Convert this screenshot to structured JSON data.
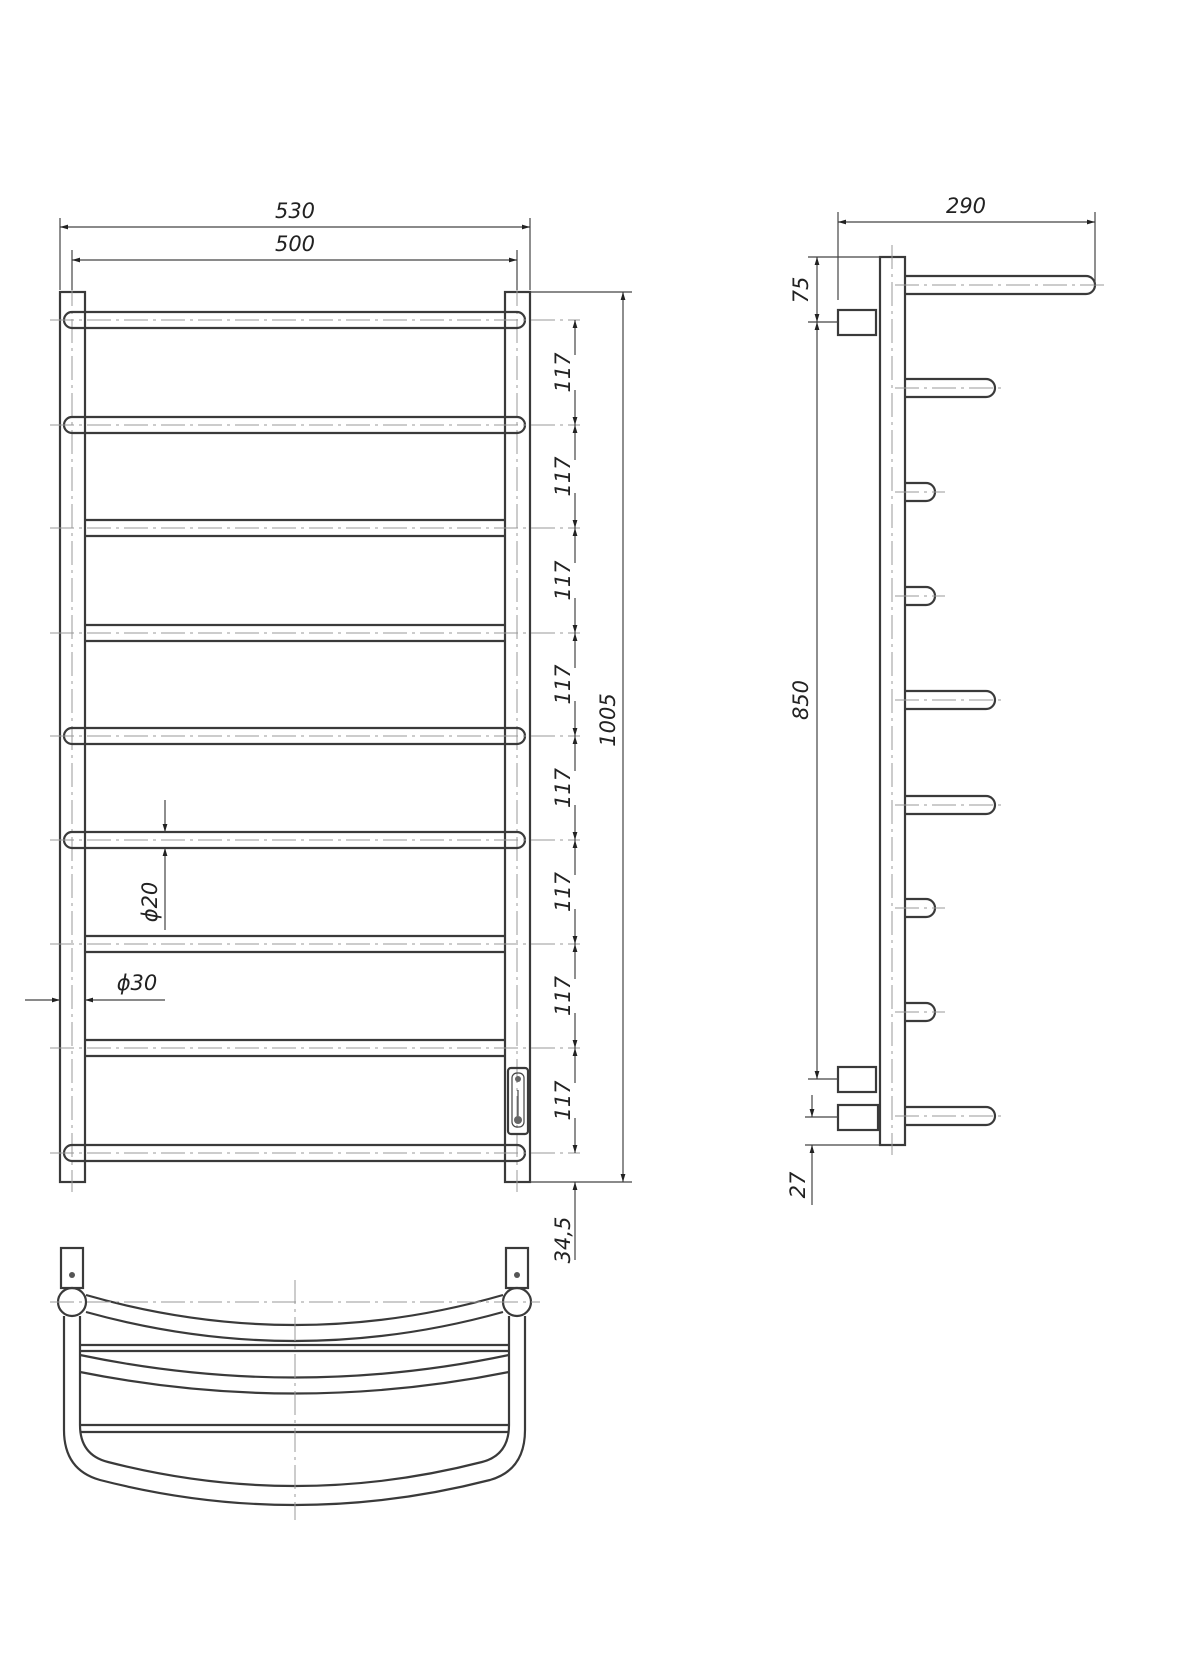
{
  "drawing": {
    "front_view": {
      "overall_width": "530",
      "center_width": "500",
      "rung_spacing": [
        "117",
        "117",
        "117",
        "117",
        "117",
        "117",
        "117",
        "117"
      ],
      "overall_height": "1005",
      "bottom_offset": "34,5",
      "rung_diameter": "ϕ20",
      "post_diameter": "ϕ30"
    },
    "side_view": {
      "depth": "290",
      "top_offset": "75",
      "connector_spacing": "850",
      "bottom_offset": "27"
    }
  }
}
